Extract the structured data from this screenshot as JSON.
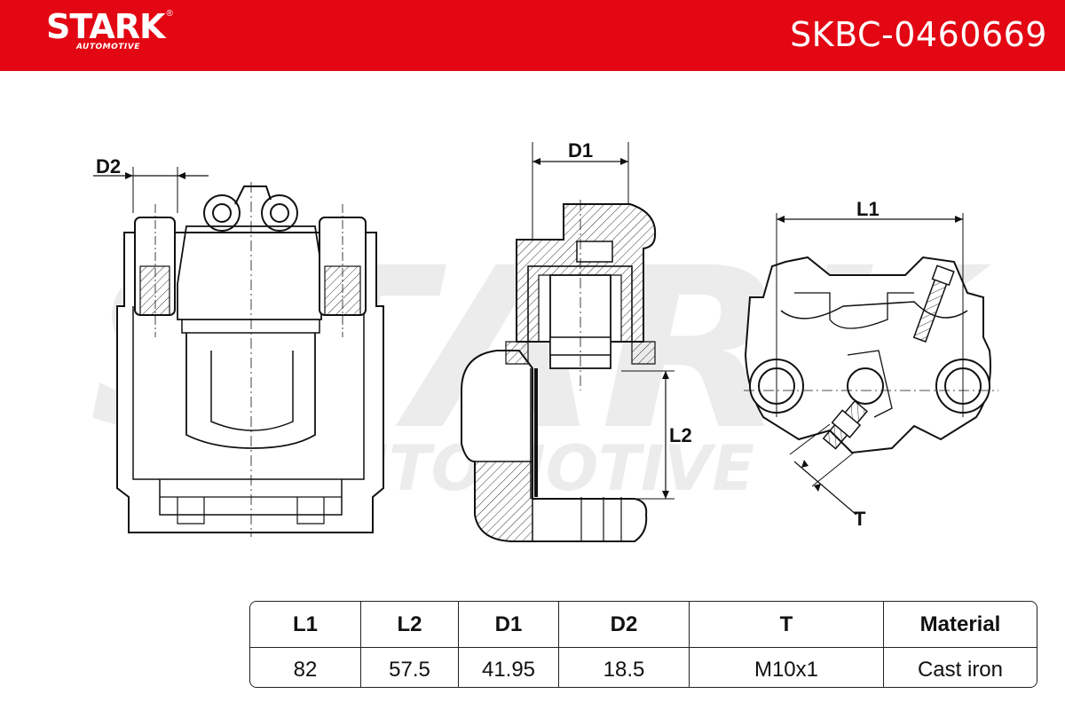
{
  "brand": {
    "name": "STARK",
    "reg": "®",
    "subtitle": "AUTOMOTIVE"
  },
  "part_number": "SKBC-0460669",
  "watermark": {
    "main": "STARK",
    "sub": "AUTOMOTIVE"
  },
  "dimension_labels": {
    "d2": "D2",
    "d1": "D1",
    "l1": "L1",
    "l2": "L2",
    "t": "T"
  },
  "specs": {
    "headers": [
      "L1",
      "L2",
      "D1",
      "D2",
      "T",
      "Material"
    ],
    "values": [
      "82",
      "57.5",
      "41.95",
      "18.5",
      "M10x1",
      "Cast iron"
    ]
  },
  "colors": {
    "brand_red": "#e30613",
    "line": "#111111",
    "watermark": "#ececec"
  }
}
